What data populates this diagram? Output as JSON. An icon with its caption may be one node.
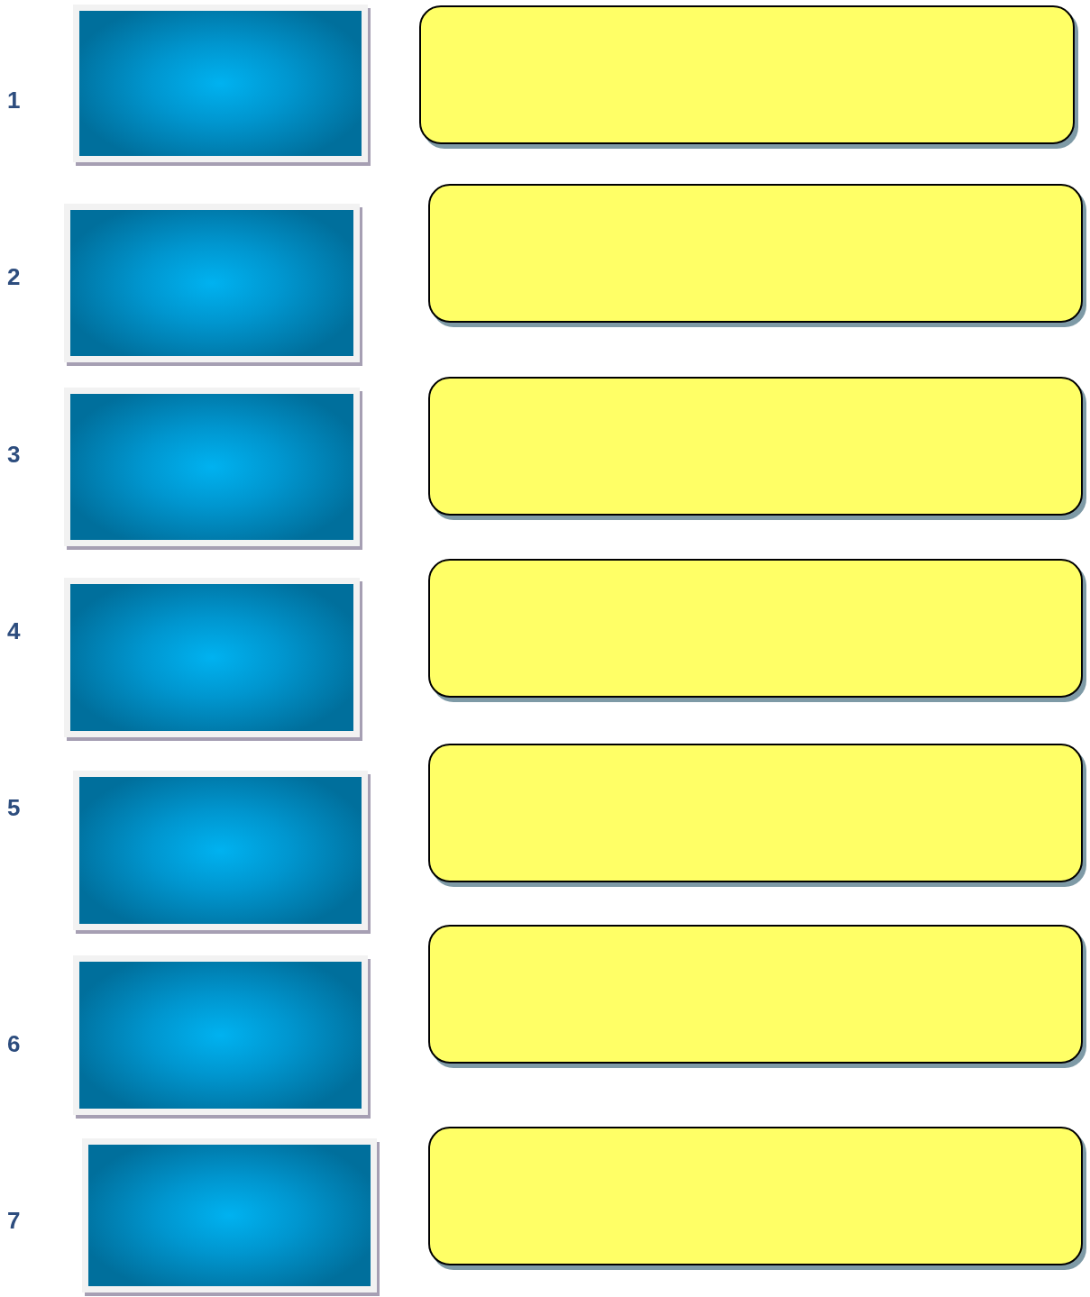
{
  "diagram": {
    "nodes": [
      {
        "text": [],
        "shape": "box"
      },
      {
        "text": [],
        "shape": "box"
      },
      {
        "text": [],
        "shape": "box"
      },
      {
        "text": [],
        "shape": "box"
      },
      {
        "text": [],
        "shape": "box"
      },
      {
        "text": [],
        "shape": "box"
      },
      {
        "text": [],
        "shape": "box"
      },
      {
        "text": [],
        "shape": "box"
      },
      {
        "text": [],
        "shape": "box"
      },
      {
        "text": [],
        "shape": "box"
      },
      {
        "text": [],
        "shape": "box"
      },
      {
        "text": [],
        "shape": "box"
      },
      {
        "text": [],
        "shape": "box"
      },
      {
        "text": [],
        "shape": "box"
      }
    ],
    "labels": [
      "1",
      "2",
      "3",
      "4",
      "5",
      "6",
      "7"
    ]
  }
}
